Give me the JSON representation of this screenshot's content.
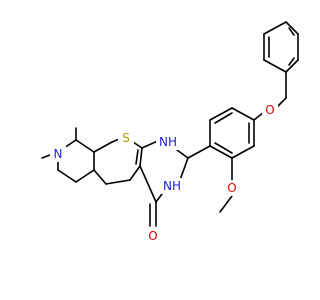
{
  "molecule": {
    "atoms": {
      "S": "S",
      "NH_top": "NH",
      "NH_bottom": "NH",
      "N_ring": "N",
      "O_carbonyl": "O",
      "O_methoxy": "O",
      "O_benzyloxy": "O"
    },
    "colors": {
      "S": "#b3a000",
      "N": "#1f1fd6",
      "O": "#e00000",
      "bond": "#000000"
    }
  }
}
